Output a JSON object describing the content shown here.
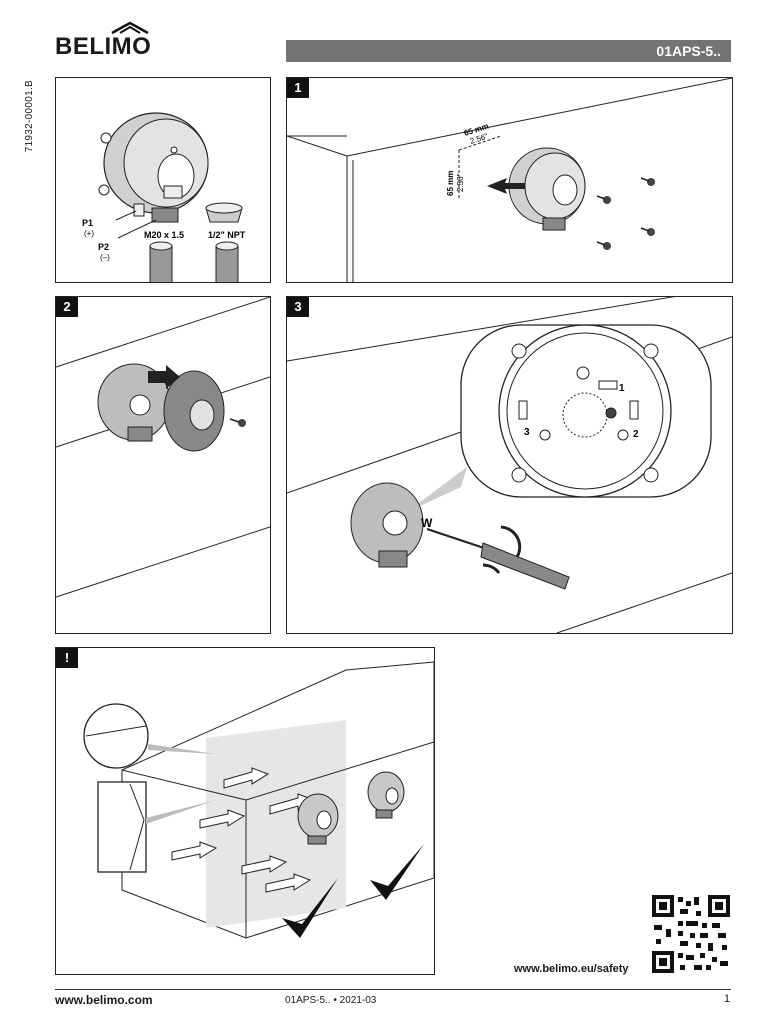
{
  "header": {
    "brand": "BELIMO",
    "product": "01APS-5.."
  },
  "doc_id": "71932-00001.B",
  "panel_a": {
    "labels": {
      "p1": "P1",
      "p1_sign": "(+)",
      "p2": "P2",
      "p2_sign": "(–)",
      "thread_m20": "M20 x 1.5",
      "thread_npt": "1/2\" NPT"
    }
  },
  "steps": {
    "s1": "1",
    "s2": "2",
    "s3": "3",
    "warning": "!"
  },
  "step1": {
    "dim_h": "65 mm",
    "dim_h_in": "2.56\"",
    "dim_v": "65 mm",
    "dim_v_in": "2.56\""
  },
  "step3": {
    "marker_1": "1",
    "marker_2": "2",
    "marker_3": "3",
    "label_w": "W"
  },
  "safety_url": "www.belimo.eu/safety",
  "footer": {
    "website": "www.belimo.com",
    "doc_ref": "01APS-5.. • 2021-03",
    "page": "1"
  },
  "colors": {
    "header_bar": "#737373",
    "ink": "#1a1a1a",
    "device_fill": "#c8c8c8"
  },
  "icons": [
    "pressure-switch-device",
    "screw-icon",
    "screwdriver-icon",
    "arrow-icon",
    "checkmark-icon",
    "qr-code",
    "trademark-roof-icon"
  ]
}
